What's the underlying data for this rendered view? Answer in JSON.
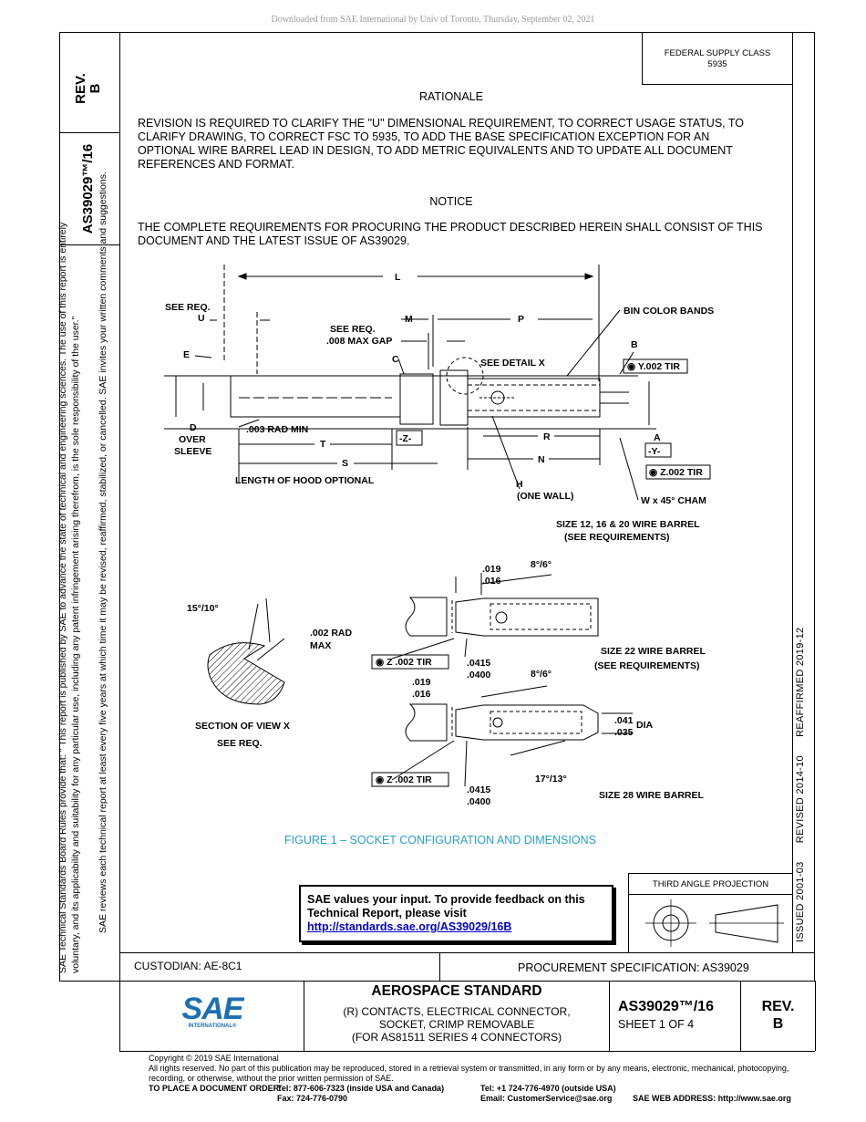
{
  "header": {
    "download_line": "Downloaded from SAE International by Univ of Toronto, Thursday, September 02, 2021"
  },
  "left_strip": {
    "rev_label": "REV.",
    "rev_value": "B",
    "doc_number": "AS39029™/16"
  },
  "federal_supply": {
    "line1": "FEDERAL SUPPLY CLASS",
    "line2": "5935"
  },
  "rationale": {
    "title": "RATIONALE",
    "text": "REVISION IS REQUIRED TO CLARIFY THE \"U\" DIMENSIONAL REQUIREMENT, TO CORRECT USAGE STATUS, TO CLARIFY DRAWING, TO CORRECT FSC TO 5935, TO ADD THE BASE SPECIFICATION EXCEPTION FOR AN OPTIONAL WIRE BARREL LEAD IN DESIGN, TO ADD METRIC EQUIVALENTS  AND TO UPDATE ALL DOCUMENT REFERENCES AND FORMAT."
  },
  "notice": {
    "title": "NOTICE",
    "text": "THE COMPLETE REQUIREMENTS FOR PROCURING THE PRODUCT DESCRIBED HEREIN SHALL CONSIST OF THIS DOCUMENT AND THE LATEST ISSUE OF AS39029."
  },
  "drawing": {
    "L": "L",
    "see_req": "SEE REQ.",
    "U": "U",
    "M": "M",
    "P": "P",
    "see_req2": "SEE REQ.",
    "max_gap": ".008 MAX GAP",
    "bin_color": "BIN COLOR BANDS",
    "C": "C",
    "see_detail": "SEE DETAIL X",
    "B": "B",
    "E": "E",
    "y_tir": "Y.002 TIR",
    "D": "D",
    "over": "OVER",
    "sleeve": "SLEEVE",
    "rad_min": ".003 RAD MIN",
    "R": "R",
    "A": "A",
    "T": "T",
    "Z": "-Z-",
    "Y": "-Y-",
    "S": "S",
    "N": "N",
    "z_tir": "Z.002 TIR",
    "hood": "LENGTH OF HOOD OPTIONAL",
    "H": "H",
    "one_wall": "(ONE WALL)",
    "cham": "W x 45° CHAM",
    "size12": "SIZE 12, 16 & 20 WIRE BARREL",
    "see_reqs": "(SEE REQUIREMENTS)",
    "d019a": ".019",
    "d016a": ".016",
    "ang86a": "8°/6°",
    "ang1510": "15°/10°",
    "rad002": ".002 RAD",
    "max": "MAX",
    "z002a": "Z .002 TIR",
    "d0415a": ".0415",
    "d0400a": ".0400",
    "size22": "SIZE 22 WIRE BARREL",
    "see_reqs2": "(SEE REQUIREMENTS)",
    "d019b": ".019",
    "d016b": ".016",
    "ang86b": "8°/6°",
    "d041": ".041",
    "d035": ".035",
    "dia": "DIA",
    "section": "SECTION OF VIEW X",
    "see_req3": "SEE REQ.",
    "z002b": "Z .002 TIR",
    "ang1713": "17°/13°",
    "d0415b": ".0415",
    "d0400b": ".0400",
    "size28": "SIZE 28 WIRE BARREL"
  },
  "figure_caption": "FIGURE 1 – SOCKET CONFIGURATION AND DIMENSIONS",
  "feedback": {
    "line1": "SAE values your input. To provide feedback on this",
    "line2": "Technical Report, please visit",
    "link": "http://standards.sae.org/AS39029/16B"
  },
  "projection": {
    "label": "THIRD ANGLE PROJECTION"
  },
  "right_strip": {
    "issued": "ISSUED 2001-03",
    "revised": "REVISED 2014-10",
    "reaffirmed": "REAFFIRMED 2019-12"
  },
  "title_block": {
    "custodian": "CUSTODIAN: AE-8C1",
    "procurement": "PROCUREMENT SPECIFICATION: AS39029",
    "standard": "AEROSPACE STANDARD",
    "desc1": "(R) CONTACTS, ELECTRICAL CONNECTOR,",
    "desc2": "SOCKET, CRIMP REMOVABLE",
    "desc3": "(FOR AS81511 SERIES 4 CONNECTORS)",
    "doc_number": "AS39029™/16",
    "sheet": "SHEET 1 OF 4",
    "rev_label": "REV.",
    "rev_value": "B",
    "logo": "SAE",
    "logo_sub": "INTERNATIONAL®"
  },
  "left_side": {
    "line1": "SAE Technical Standards Board Rules provide that: \"  This report is published by SAE to advance the state of technical and engineering sciences. The use of this report is entirely",
    "line2": "voluntary, and its applicability and suitability for any particular use, including any patent infringement arising therefrom, is the sole responsibility of the user.\"",
    "line3": "SAE reviews each technical report at least every five years at which time it may be revised, reaffirmed, stabilized, or cancelled. SAE invites your written comments and suggestions."
  },
  "footer": {
    "copyright": "Copyright © 2019 SAE International",
    "rights1": "All rights reserved. No part of this publication may be reproduced, stored in a retrieval system or transmitted, in any form or by any means, electronic, mechanical, photocopying,",
    "rights2": "recording, or otherwise, without the prior written permission of SAE.",
    "order_label": "TO PLACE A DOCUMENT ORDER:",
    "tel_us": "Tel: 877-606-7323 (inside USA and Canada)",
    "fax": "Fax: 724-776-0790",
    "tel_intl": "Tel: +1 724-776-4970 (outside USA)",
    "email": "Email: CustomerService@sae.org",
    "web": "SAE WEB ADDRESS: http://www.sae.org"
  }
}
